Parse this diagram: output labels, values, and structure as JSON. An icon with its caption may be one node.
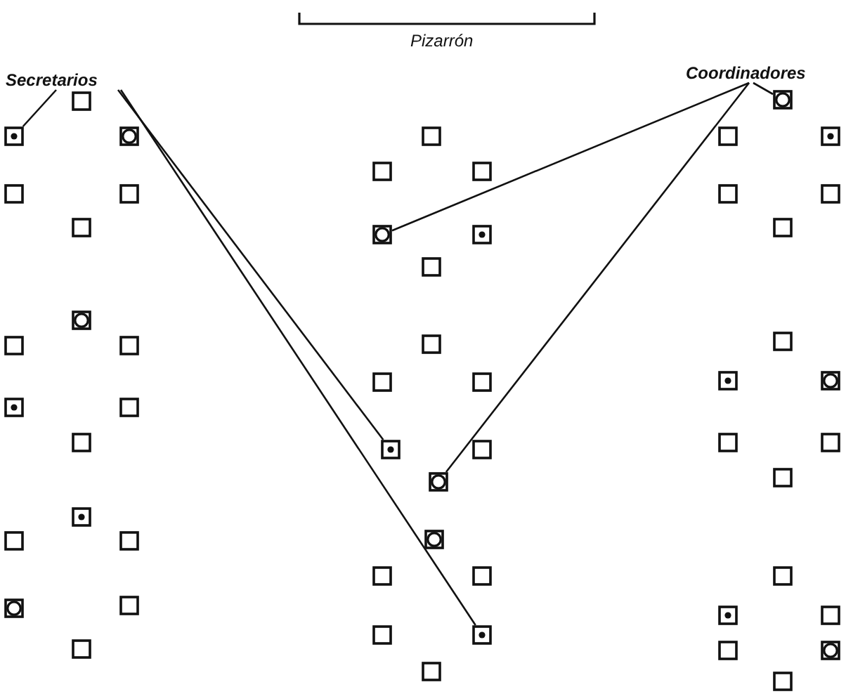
{
  "diagram": {
    "nodes": [
      {
        "text": [
          "Secretarios"
        ]
      },
      {
        "text": [
          "Coordinadores"
        ]
      },
      {
        "text": [],
        "shape": "box"
      },
      {
        "text": [],
        "shape": "box"
      },
      {
        "text": [],
        "shape": "box"
      },
      {
        "text": [],
        "shape": "box"
      },
      {
        "text": [],
        "shape": "box"
      },
      {
        "text": [],
        "shape": "box"
      }
    ],
    "edges": [
      {
        "from": 0,
        "to": 2,
        "arrow": "none"
      },
      {
        "from": 0,
        "to": 3,
        "arrow": "none"
      },
      {
        "from": 0,
        "to": 4,
        "arrow": "none"
      },
      {
        "from": 1,
        "to": 5,
        "arrow": "none"
      },
      {
        "from": 1,
        "to": 6,
        "arrow": "none"
      },
      {
        "from": 1,
        "to": 7,
        "arrow": "none"
      }
    ],
    "labels": [
      "Pizarrón"
    ]
  }
}
